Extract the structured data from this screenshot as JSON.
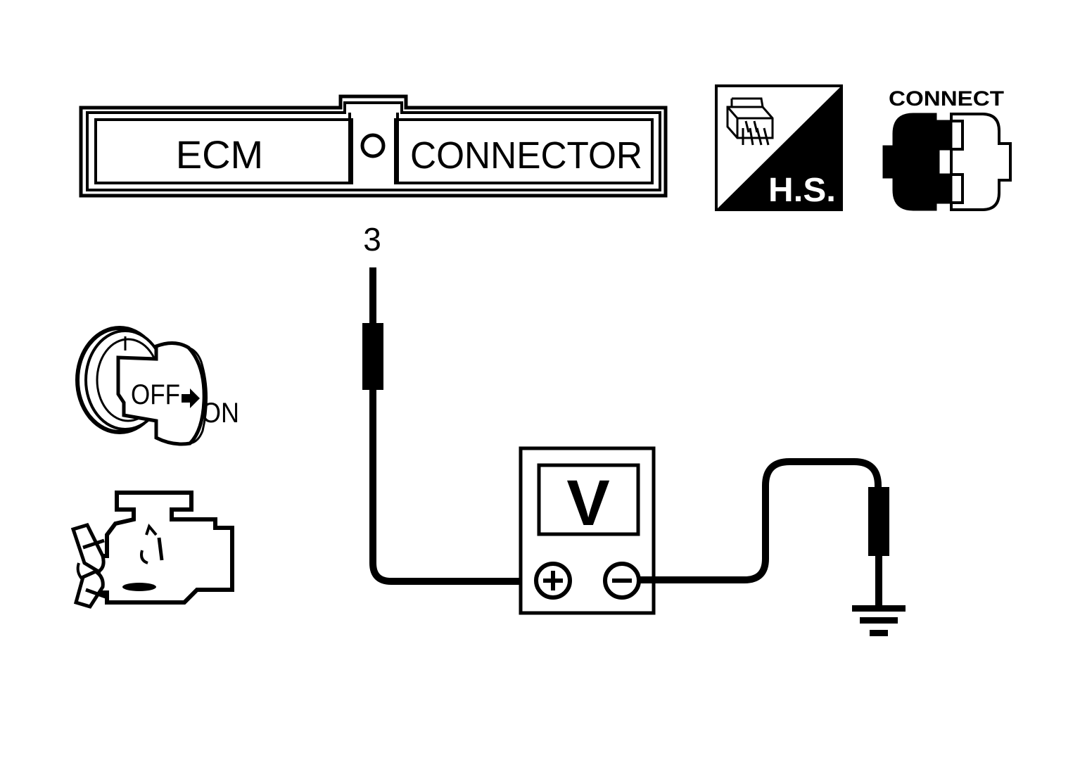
{
  "ecm_connector": {
    "left_label": "ECM",
    "right_label": "CONNECTOR"
  },
  "terminal": {
    "number": "3"
  },
  "harness_side": {
    "label": "H.S."
  },
  "connect_icon": {
    "label": "CONNECT"
  },
  "ignition": {
    "from_label": "OFF",
    "to_label": "ON"
  },
  "voltmeter": {
    "label": "V",
    "positive_symbol": "+",
    "negative_symbol": "−"
  },
  "icons": {
    "connector": "ecm-connector-icon",
    "harness_side": "harness-side-icon",
    "connect": "connect-icon",
    "ignition": "ignition-key-icon",
    "engine": "engine-icon",
    "voltmeter": "voltmeter-icon",
    "ground": "ground-icon"
  },
  "colors": {
    "ink": "#000000",
    "paper": "#ffffff"
  }
}
